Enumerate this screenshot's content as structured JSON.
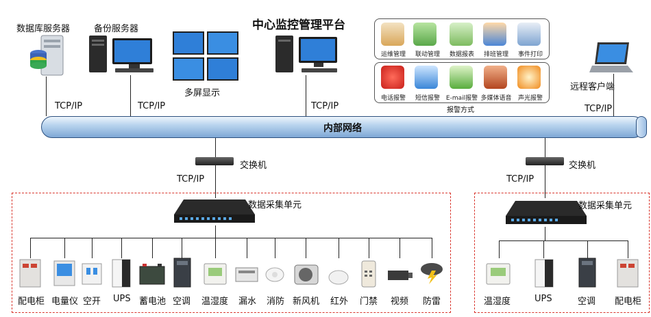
{
  "platform": {
    "title": "中心监控管理平台"
  },
  "servers": {
    "db": "数据库服务器",
    "backup": "备份服务器",
    "multiscreen": "多屏显示",
    "remote": "远程客户端"
  },
  "protocol": "TCP/IP",
  "network": "内部网络",
  "switch_label": "交换机",
  "collector_label": "数据采集单元",
  "functions": [
    "运维管理",
    "联动管理",
    "数据报表",
    "排班管理",
    "事件打印"
  ],
  "alarms": [
    "电话报警",
    "短信报警",
    "E-mail报警",
    "多媒体语音",
    "声光报警"
  ],
  "alarm_caption": "报警方式",
  "devices_left": [
    "配电柜",
    "电量仪",
    "空开",
    "UPS",
    "蓄电池",
    "空调",
    "温湿度",
    "漏水",
    "消防",
    "新风机",
    "红外",
    "门禁",
    "视频",
    "防雷"
  ],
  "devices_right": [
    "温湿度",
    "UPS",
    "空调",
    "配电柜"
  ],
  "colors": {
    "alarm_dash": "#d9342b",
    "bus": "#9bbde3",
    "screen": "#2f7fd8"
  }
}
